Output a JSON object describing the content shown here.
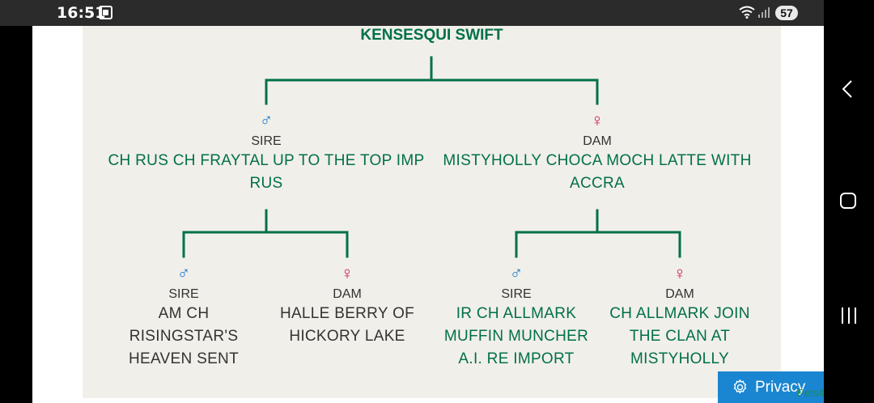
{
  "status_bar": {
    "time": "16:51",
    "battery": "57"
  },
  "root": {
    "name": "KENSESQUI SWIFT"
  },
  "parents": {
    "sire": {
      "symbol": "♂",
      "role": "SIRE",
      "name_lines": [
        "CH RUS CH FRAYTAL UP TO THE TOP IMP",
        "RUS"
      ]
    },
    "dam": {
      "symbol": "♀",
      "role": "DAM",
      "name_lines": [
        "MISTYHOLLY CHOCA MOCH LATTE WITH",
        "ACCRA"
      ]
    }
  },
  "grandparents": {
    "sire_sire": {
      "symbol": "♂",
      "role": "SIRE",
      "name_lines": [
        "AM CH",
        "RISINGSTAR'S",
        "HEAVEN SENT"
      ]
    },
    "sire_dam": {
      "symbol": "♀",
      "role": "DAM",
      "name_lines": [
        "HALLE BERRY OF",
        "HICKORY LAKE"
      ]
    },
    "dam_sire": {
      "symbol": "♂",
      "role": "SIRE",
      "name_lines": [
        "IR CH ALLMARK",
        "MUFFIN MUNCHER",
        "A.I. RE IMPORT"
      ]
    },
    "dam_dam": {
      "symbol": "♀",
      "role": "DAM",
      "name_lines": [
        "CH ALLMARK JOIN",
        "THE CLAN AT",
        "MISTYHOLLY"
      ]
    }
  },
  "privacy": {
    "label": "Privacy"
  },
  "watermark": "Pets4Homes",
  "colors": {
    "line": "#00704a",
    "male": "#1b7bd2",
    "female": "#d21a55",
    "panel": "#f1efe9",
    "privacy": "#1a86d1"
  }
}
